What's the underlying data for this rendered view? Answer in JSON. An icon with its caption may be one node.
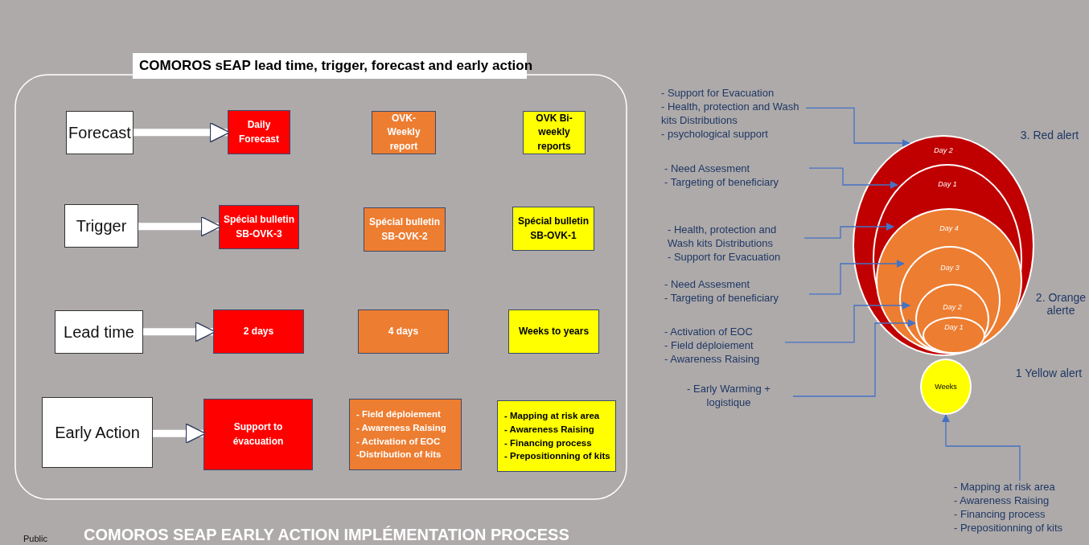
{
  "diagram": {
    "caption": "COMOROS SEAP EARLY ACTION IMPLÉMENTATION PROCESS",
    "nodes": [
      {
        "text": [
          "COMOROS sEAP lead time, trigger, forecast and early action"
        ]
      },
      {
        "text": [
          "Forecast"
        ],
        "in": 0
      },
      {
        "text": [
          "Daily Forecast"
        ],
        "in": 0
      },
      {
        "text": [
          "OVK-Weekly report"
        ],
        "in": 0
      },
      {
        "text": [
          "OVK Bi-weekly reports"
        ],
        "in": 0
      },
      {
        "text": [
          "Trigger"
        ],
        "in": 0
      },
      {
        "text": [
          "Spécial bulletin SB-OVK-3"
        ],
        "in": 0
      },
      {
        "text": [
          "Spécial bulletin SB-OVK-2"
        ],
        "in": 0
      },
      {
        "text": [
          "Spécial bulletin SB-OVK-1"
        ],
        "in": 0
      },
      {
        "text": [
          "Lead time"
        ],
        "in": 0
      },
      {
        "text": [
          "2 days"
        ],
        "in": 0
      },
      {
        "text": [
          "4 days"
        ],
        "in": 0
      },
      {
        "text": [
          "Weeks to years"
        ],
        "in": 0
      },
      {
        "text": [
          "Early Action"
        ],
        "in": 0
      },
      {
        "text": [
          "Support to évacuation"
        ],
        "in": 0
      },
      {
        "text": [
          "- Field déploiement",
          "- Awareness Raising",
          "- Activation of EOC",
          "-Distribution of kits"
        ],
        "in": 0
      },
      {
        "text": [
          "- Mapping at risk area",
          "- Awareness Raising",
          "- Financing process",
          "- Prepositionning of kits"
        ],
        "in": 0
      },
      {
        "text": [
          "Day 2"
        ]
      },
      {
        "text": [
          "Day 1"
        ],
        "in": 17
      },
      {
        "text": [
          "Day 4"
        ],
        "in": 18
      },
      {
        "text": [
          "Day 3"
        ],
        "in": 19
      },
      {
        "text": [
          "Day 2"
        ],
        "in": 20
      },
      {
        "text": [
          "Day 1"
        ],
        "in": 21
      },
      {
        "text": [
          "Weeks"
        ]
      },
      {
        "text": [
          "- Support for Evacuation",
          "- Health, protection and Wash kits Distributions",
          "- psychological support"
        ]
      },
      {
        "text": [
          "- Need Assesment",
          "- Targeting of beneficiary"
        ]
      },
      {
        "text": [
          "- Health, protection and Wash kits Distributions",
          "- Support for Evacuation"
        ]
      },
      {
        "text": [
          "- Need Assesment",
          "- Targeting of beneficiary"
        ]
      },
      {
        "text": [
          "- Activation of EOC",
          "- Field déploiement",
          "- Awareness Raising"
        ]
      },
      {
        "text": [
          "- Early Warming + logistique"
        ]
      },
      {
        "text": [
          "- Mapping at risk area",
          "- Awareness Raising",
          "- Financing process",
          "- Prepositionning of kits"
        ]
      }
    ],
    "edges": [
      {
        "from": 1,
        "to": 2,
        "arrow": "to",
        "style": "thick",
        "color": "#ffffff"
      },
      {
        "from": 5,
        "to": 6,
        "arrow": "to",
        "style": "thick",
        "color": "#ffffff"
      },
      {
        "from": 9,
        "to": 10,
        "arrow": "to",
        "style": "thick",
        "color": "#ffffff"
      },
      {
        "from": 13,
        "to": 14,
        "arrow": "to",
        "style": "thick",
        "color": "#ffffff"
      },
      {
        "from": 24,
        "to": 17,
        "arrow": "to"
      },
      {
        "from": 25,
        "to": 18,
        "arrow": "to"
      },
      {
        "from": 26,
        "to": 19,
        "arrow": "to"
      },
      {
        "from": 27,
        "to": 20,
        "arrow": "to"
      },
      {
        "from": 28,
        "to": 21,
        "arrow": "to"
      },
      {
        "from": 29,
        "to": 22,
        "arrow": "to"
      },
      {
        "from": 30,
        "to": 23,
        "arrow": "to"
      }
    ],
    "labels": [
      "3. Red alert",
      "2. Orange alerte",
      "1 Yellow alert",
      "Public"
    ]
  }
}
